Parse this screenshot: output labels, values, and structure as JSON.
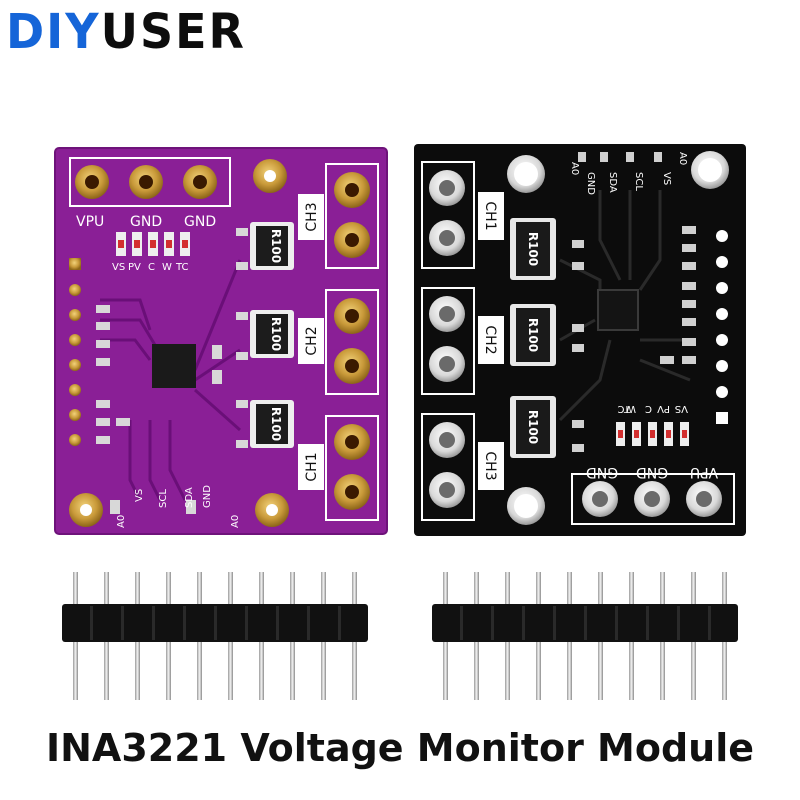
{
  "brand": {
    "part1": "DIY",
    "part2": "USER"
  },
  "caption": "INA3221 Voltage Monitor Module",
  "colors": {
    "purple_board": "#8a1f96",
    "black_board": "#0c0c0c",
    "gold": "#c99a3a",
    "brand_blue": "#1565d8"
  },
  "purple_board": {
    "top_pins": [
      "VPU",
      "GND",
      "GND"
    ],
    "led_labels": [
      "VS",
      "PV",
      "C",
      "W",
      "TC"
    ],
    "channels": [
      "CH3",
      "CH2",
      "CH1"
    ],
    "resistor": "R100",
    "bottom_labels": [
      "A0",
      "VS",
      "SCL",
      "SDA",
      "GND",
      "A0"
    ]
  },
  "black_board": {
    "top_labels": [
      "A0",
      "GND",
      "SDA",
      "SCL",
      "VS",
      "A0"
    ],
    "channels": [
      "CH1",
      "CH2",
      "CH3"
    ],
    "resistor": "R100",
    "led_labels": [
      "VS",
      "PV",
      "C",
      "W",
      "TC"
    ],
    "bottom_pins": [
      "GND",
      "GND",
      "VPU"
    ]
  }
}
